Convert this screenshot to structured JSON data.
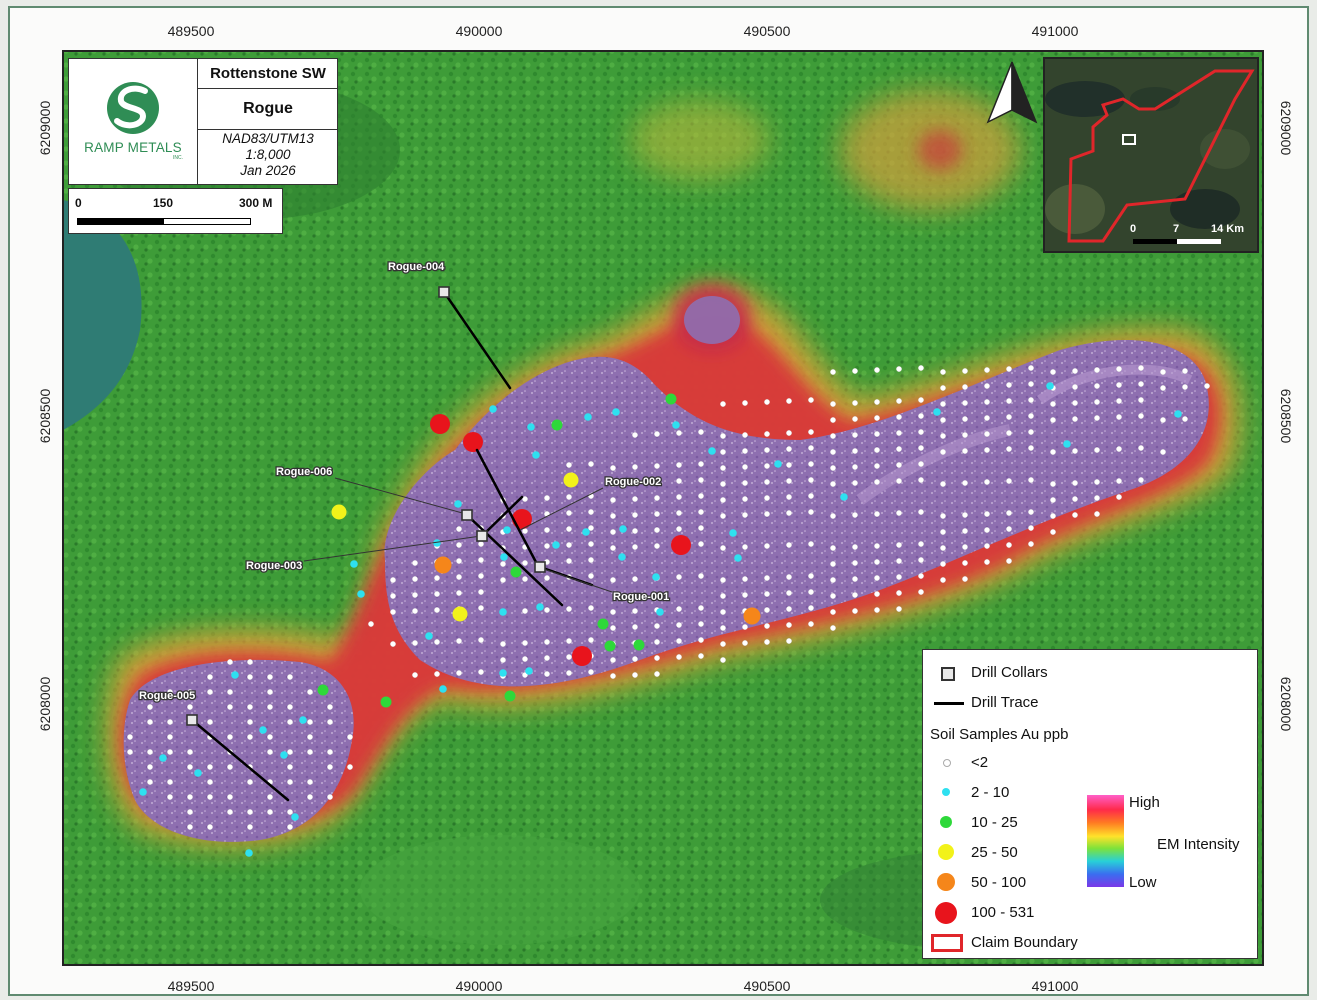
{
  "title_block": {
    "company": "RAMP METALS",
    "company_suffix": "INC.",
    "project": "Rottenstone SW",
    "area": "Rogue",
    "datum": "NAD83/UTM13",
    "scale": "1:8,000",
    "date": "Jan 2026"
  },
  "scale_bar": {
    "label_start": "0",
    "label_mid": "150",
    "label_end": "300 M"
  },
  "easting_ticks": [
    "489500",
    "490000",
    "490500",
    "491000"
  ],
  "northing_ticks": [
    "6209000",
    "6208500",
    "6208000"
  ],
  "north_arrow": "north-arrow-icon",
  "inset_map": {
    "scale_labels": [
      "0",
      "7",
      "14 Km"
    ],
    "boundary_color": "#e0262a"
  },
  "drill_holes": [
    {
      "name": "Rogue-001"
    },
    {
      "name": "Rogue-002"
    },
    {
      "name": "Rogue-003"
    },
    {
      "name": "Rogue-004"
    },
    {
      "name": "Rogue-005"
    },
    {
      "name": "Rogue-006"
    }
  ],
  "legend": {
    "drill_collars": "Drill Collars",
    "drill_trace": "Drill Trace",
    "soil_title": "Soil Samples Au ppb",
    "classes": [
      {
        "label": "<2",
        "color": "#ffffff"
      },
      {
        "label": "2 - 10",
        "color": "#2ee0f0"
      },
      {
        "label": "10 - 25",
        "color": "#2ed83a"
      },
      {
        "label": "25 - 50",
        "color": "#f2f21a"
      },
      {
        "label": "50 - 100",
        "color": "#f5861a"
      },
      {
        "label": "100 - 531",
        "color": "#e8141c"
      }
    ],
    "em_high": "High",
    "em_title": "EM Intensity",
    "em_low": "Low",
    "claim": "Claim Boundary",
    "claim_color": "#e0262a"
  }
}
